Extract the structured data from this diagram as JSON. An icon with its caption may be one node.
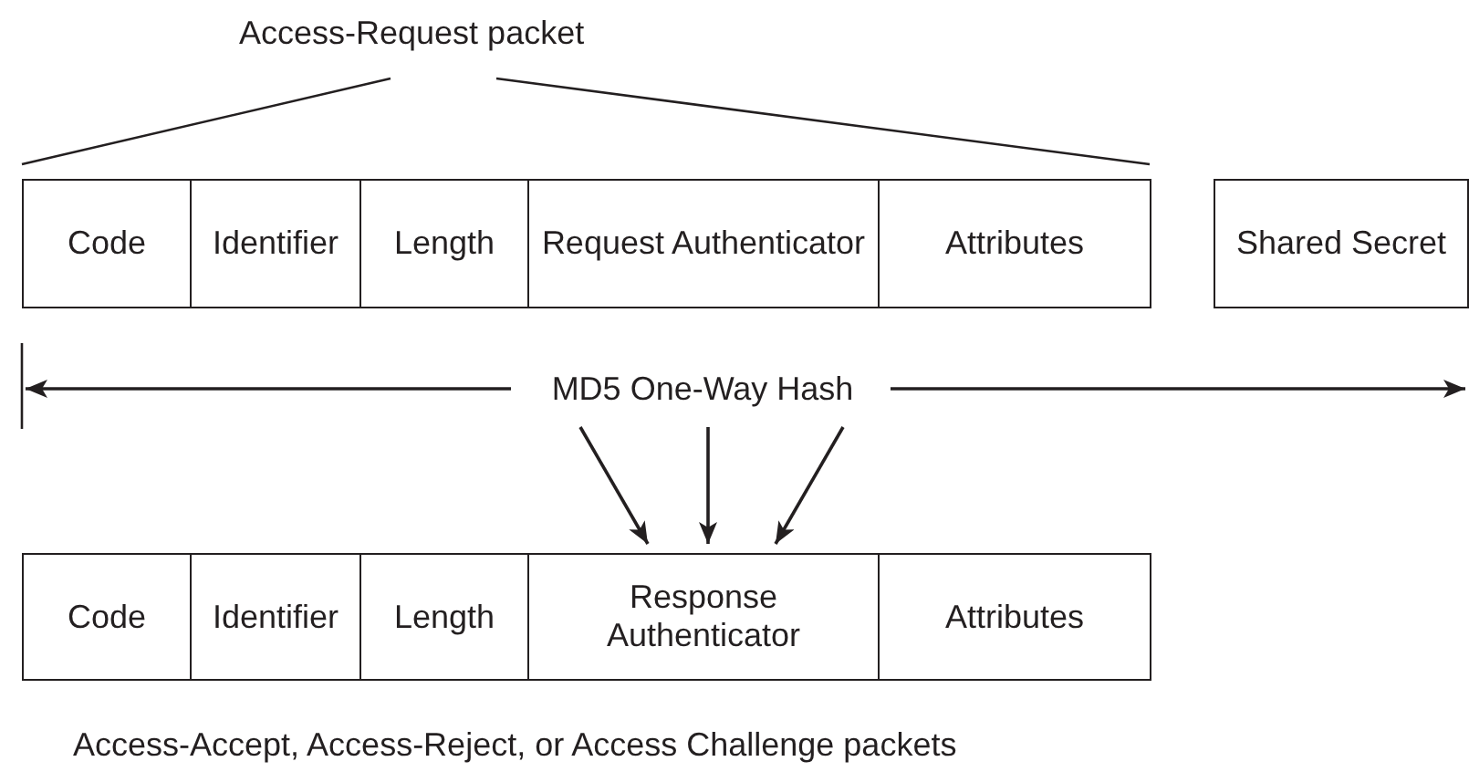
{
  "diagram": {
    "nodes": [
      {
        "text": [
          "Code"
        ]
      },
      {
        "text": [
          "Identifier"
        ]
      },
      {
        "text": [
          "Length"
        ]
      },
      {
        "text": [
          "Request Authenticator"
        ]
      },
      {
        "text": [
          "Attributes"
        ]
      },
      {
        "text": [
          "Shared Secret"
        ]
      },
      {
        "text": [
          "MD5 One-Way Hash"
        ]
      },
      {
        "text": [
          "Code"
        ]
      },
      {
        "text": [
          "Identifier"
        ]
      },
      {
        "text": [
          "Length"
        ]
      },
      {
        "text": [
          "Response Authenticator"
        ]
      },
      {
        "text": [
          "Attributes"
        ]
      }
    ],
    "edges": [
      {
        "from": 6,
        "to": 10,
        "arrow": "to"
      },
      {
        "from": 6,
        "to": 10,
        "arrow": "to"
      },
      {
        "from": 6,
        "to": 10,
        "arrow": "to"
      }
    ],
    "labels": [
      "Access-Request packet",
      "Access-Accept, Access-Reject, or Access Challenge packets"
    ]
  }
}
